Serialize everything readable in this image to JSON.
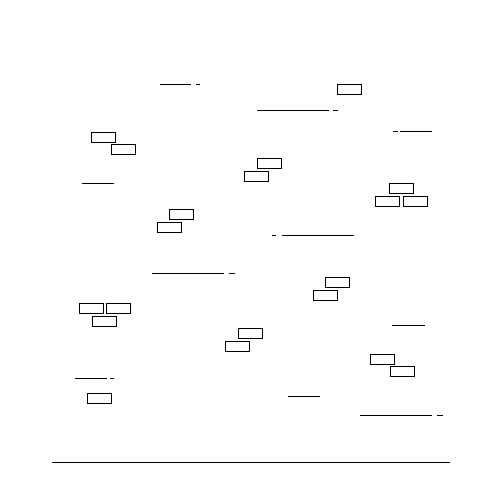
{
  "rects": [
    {
      "name": "box-1"
    },
    {
      "name": "box-2"
    },
    {
      "name": "box-3"
    },
    {
      "name": "box-4"
    },
    {
      "name": "box-5"
    },
    {
      "name": "box-6"
    },
    {
      "name": "box-7"
    },
    {
      "name": "box-8"
    },
    {
      "name": "box-9"
    },
    {
      "name": "box-10"
    },
    {
      "name": "box-11"
    },
    {
      "name": "box-12"
    },
    {
      "name": "box-13"
    },
    {
      "name": "box-14"
    },
    {
      "name": "box-15"
    },
    {
      "name": "box-16"
    },
    {
      "name": "box-17"
    },
    {
      "name": "box-18"
    },
    {
      "name": "box-19"
    },
    {
      "name": "box-20"
    },
    {
      "name": "box-21"
    }
  ],
  "lines": [
    {
      "name": "line-1"
    },
    {
      "name": "line-2"
    },
    {
      "name": "line-3"
    },
    {
      "name": "line-4"
    },
    {
      "name": "line-5"
    },
    {
      "name": "line-6"
    },
    {
      "name": "line-7"
    },
    {
      "name": "line-8"
    },
    {
      "name": "line-9"
    },
    {
      "name": "line-10"
    },
    {
      "name": "line-11"
    },
    {
      "name": "line-12"
    },
    {
      "name": "line-13"
    },
    {
      "name": "line-14"
    },
    {
      "name": "line-15"
    },
    {
      "name": "line-16"
    },
    {
      "name": "line-17"
    },
    {
      "name": "line-18"
    },
    {
      "name": "line-19"
    },
    {
      "name": "line-20"
    }
  ]
}
